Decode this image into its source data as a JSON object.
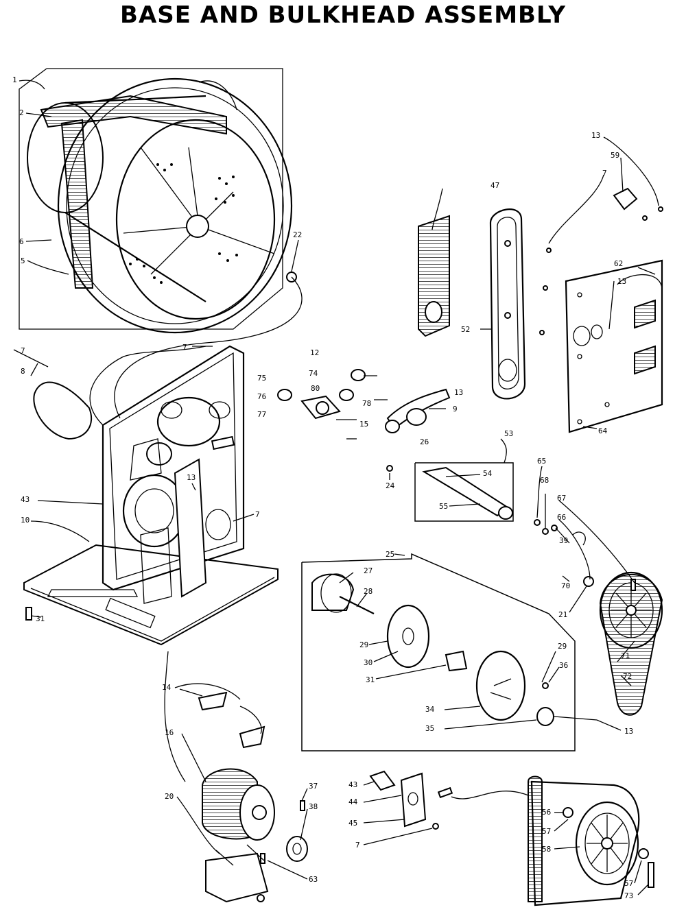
{
  "title": "BASE AND BULKHEAD ASSEMBLY",
  "callouts": {
    "c1": "1",
    "c2": "2",
    "c3": "5",
    "c4": "6",
    "c5": "22",
    "c6": "7",
    "c7": "8",
    "c8": "7",
    "c9": "12",
    "c10": "74",
    "c11": "75",
    "c12": "76",
    "c13": "80",
    "c14": "77",
    "c15": "78",
    "c16": "13",
    "c17": "9",
    "c18": "15",
    "c19": "26",
    "c20": "47",
    "c21": "52",
    "c22": "7",
    "c23": "13",
    "c24": "59",
    "c25": "62",
    "c26": "13",
    "c27": "64",
    "c28": "43",
    "c29": "10",
    "c30": "13",
    "c31": "7",
    "c32": "31",
    "c33": "53",
    "c34": "54",
    "c35": "55",
    "c36": "24",
    "c37": "65",
    "c38": "68",
    "c39": "67",
    "c40": "66",
    "c41": "39",
    "c42": "70",
    "c43": "21",
    "c44": "25",
    "c45": "27",
    "c46": "28",
    "c47": "29",
    "c48": "30",
    "c49": "31",
    "c50": "29",
    "c51": "36",
    "c52": "34",
    "c53": "35",
    "c54": "13",
    "c55": "71",
    "c56": "72",
    "c57": "14",
    "c58": "16",
    "c59": "20",
    "c60": "37",
    "c61": "38",
    "c62": "63",
    "c63": "43",
    "c64": "44",
    "c65": "45",
    "c66": "7",
    "c67": "56",
    "c68": "57",
    "c69": "58",
    "c70": "57",
    "c71": "73"
  }
}
